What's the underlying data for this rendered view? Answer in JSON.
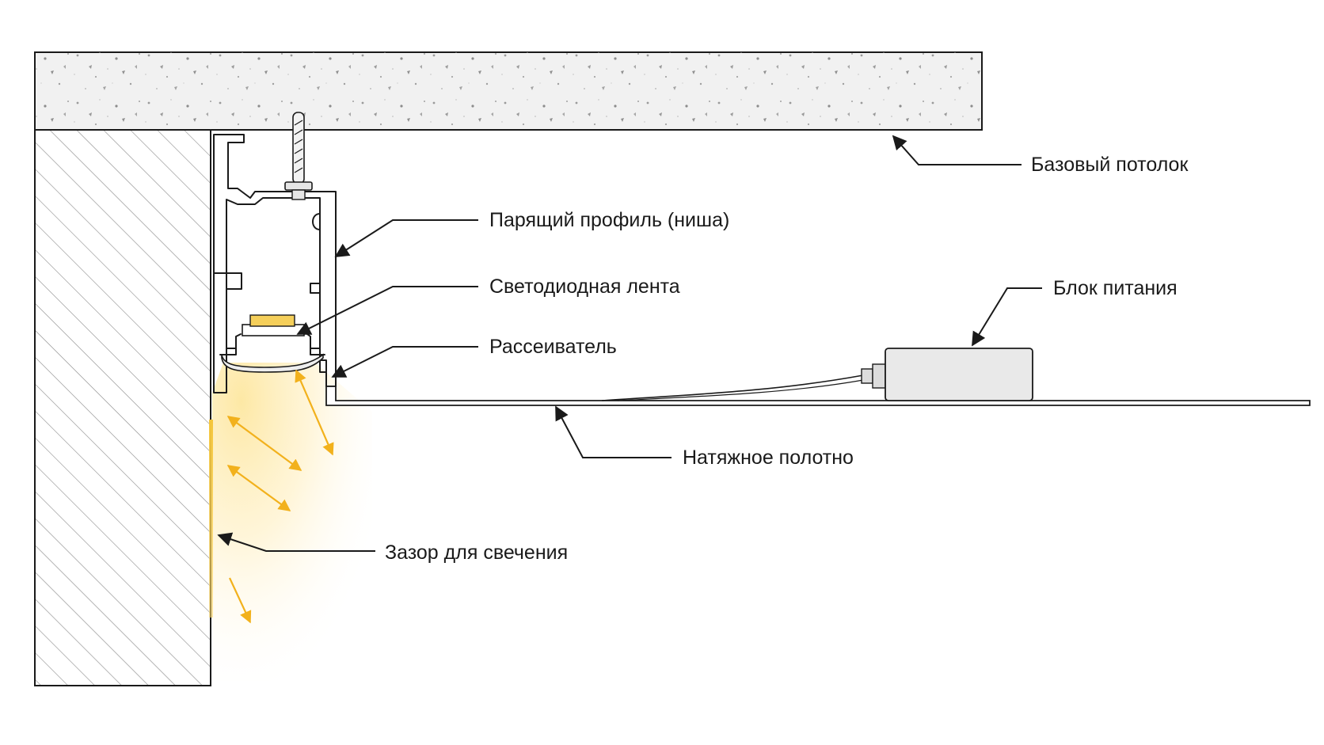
{
  "labels": {
    "base_ceiling": "Базовый потолок",
    "floating_profile": "Парящий профиль (ниша)",
    "led_strip": "Светодиодная лента",
    "diffuser": "Рассеиватель",
    "stretch_canvas": "Натяжное полотно",
    "glow_gap": "Зазор для свечения",
    "power_supply": "Блок питания"
  },
  "colors": {
    "line": "#1a1a1a",
    "concrete": "#f1f1f1",
    "wall": "#ffffff",
    "led": "#f5cf5a",
    "light_ray": "#f2b11c",
    "glow": "#fde7a0",
    "power_unit": "#e9e9e9"
  }
}
